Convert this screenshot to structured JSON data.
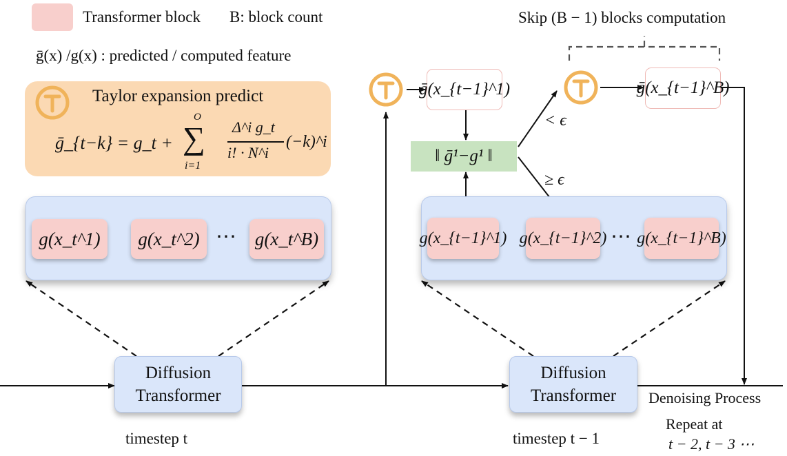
{
  "legend": {
    "block_label": "Transformer block",
    "count_label": "B: block count",
    "feature_label": "ḡ(x) /g(x) : predicted / computed feature"
  },
  "taylor": {
    "title": "Taylor expansion predict",
    "formula_lhs": "ḡ_{t−k} = g_t +",
    "formula_sum_top": "O",
    "formula_sum_bottom": "i=1",
    "formula_numerator": "Δ^i g_t",
    "formula_denominator": "i! · N^i",
    "formula_tail": "(−k)^i"
  },
  "left_blocks": [
    "g(x_t^1)",
    "g(x_t^2)",
    "g(x_t^B)"
  ],
  "right_blocks": [
    "g(x_{t−1}^1)",
    "g(x_{t−1}^2)",
    "g(x_{t−1}^B)"
  ],
  "predicted": [
    "ḡ(x_{t−1}^1)",
    "ḡ(x_{t−1}^B)"
  ],
  "norm_label": "‖ ḡ¹−g¹ ‖",
  "branch_less": "< ϵ",
  "branch_geq": "≥ ϵ",
  "skip_label": "Skip (B − 1) blocks computation",
  "ellipsis": "⋯",
  "diffusion_line1": "Diffusion",
  "diffusion_line2": "Transformer",
  "timestep_left": "timestep t",
  "timestep_right": "timestep t − 1",
  "denoising_label": "Denoising Process",
  "repeat_line1": "Repeat at",
  "repeat_line2": "t − 2, t − 3 ⋯",
  "colors": {
    "block_fill": "#f8cfcc",
    "panel_blue": "#dae6fa",
    "taylor_fill": "#fbd9b3",
    "taylor_icon": "#f0b35a",
    "norm_fill": "#c8e3c0"
  }
}
